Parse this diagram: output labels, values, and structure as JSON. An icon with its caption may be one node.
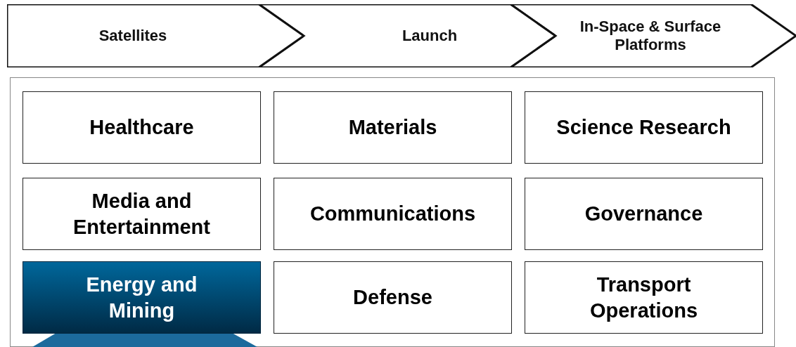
{
  "diagram": {
    "nodes": [
      {
        "text": [
          "Satellites"
        ]
      },
      {
        "text": [
          "Launch"
        ]
      },
      {
        "text": [
          "In-Space & Surface Platforms"
        ]
      },
      {
        "text": [],
        "shape": "box"
      },
      {
        "text": [
          "Healthcare"
        ],
        "in": 3
      },
      {
        "text": [
          "Materials"
        ],
        "in": 3
      },
      {
        "text": [
          "Science Research"
        ],
        "in": 3
      },
      {
        "text": [
          "Media and Entertainment"
        ],
        "in": 3
      },
      {
        "text": [
          "Communications"
        ],
        "in": 3
      },
      {
        "text": [
          "Governance"
        ],
        "in": 3
      },
      {
        "text": [
          "Energy and Mining"
        ],
        "in": 3
      },
      {
        "text": [
          "Defense"
        ],
        "in": 3
      },
      {
        "text": [
          "Transport Operations"
        ],
        "in": 3
      }
    ]
  }
}
